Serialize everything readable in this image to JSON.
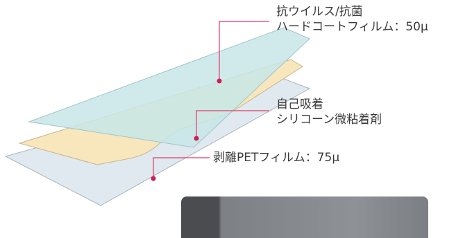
{
  "layers": [
    {
      "label_lines": [
        "抗ウイルス/抗菌",
        "ハードコートフィルム：50μ"
      ],
      "color": "#c8e6e8"
    },
    {
      "label_lines": [
        "自己吸着",
        "シリコーン微粘着剤"
      ],
      "color": "#f8e6bc"
    },
    {
      "label_lines": [
        "剥離PETフィルム：75μ"
      ],
      "color": "#dfe9ef"
    }
  ],
  "colors": {
    "leader": "#e0386a",
    "dot": "#d01c57",
    "edge": "#9aa6b2"
  }
}
